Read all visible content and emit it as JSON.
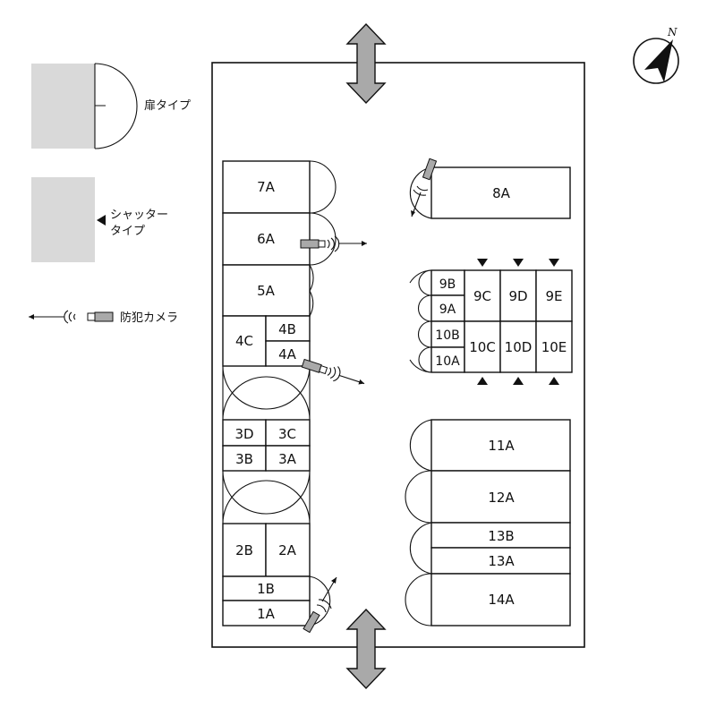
{
  "compass": {
    "north_label": "N"
  },
  "legend": {
    "door_type": "扉タイプ",
    "shutter_type_line1": "シャッター",
    "shutter_type_line2": "タイプ",
    "camera": "防犯カメラ"
  },
  "units": {
    "u7A": "7A",
    "u6A": "6A",
    "u5A": "5A",
    "u4C": "4C",
    "u4B": "4B",
    "u4A": "4A",
    "u3D": "3D",
    "u3C": "3C",
    "u3B": "3B",
    "u3A": "3A",
    "u2B": "2B",
    "u2A": "2A",
    "u1B": "1B",
    "u1A": "1A",
    "u8A": "8A",
    "u9B": "9B",
    "u9A": "9A",
    "u9C": "9C",
    "u9D": "9D",
    "u9E": "9E",
    "u10B": "10B",
    "u10A": "10A",
    "u10C": "10C",
    "u10D": "10D",
    "u10E": "10E",
    "u11A": "11A",
    "u12A": "12A",
    "u13B": "13B",
    "u13A": "13A",
    "u14A": "14A"
  },
  "colors": {
    "stroke": "#111111",
    "storage_gray": "#d9d9d9",
    "arrow_gray": "#a9a9a9"
  }
}
